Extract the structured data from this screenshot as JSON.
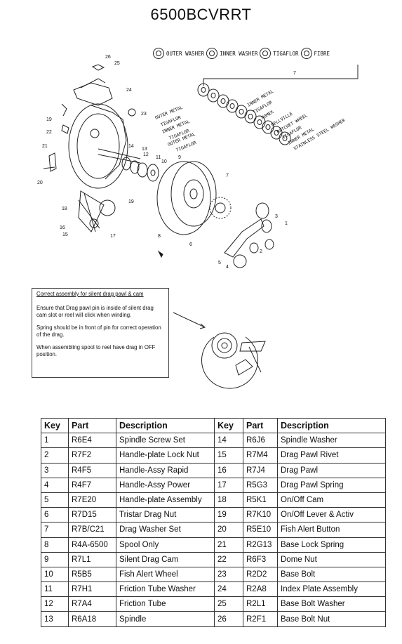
{
  "title": "6500BCVRRT",
  "legend": [
    {
      "icon": "outer-washer-icon",
      "label": "OUTER WASHER"
    },
    {
      "icon": "inner-washer-icon",
      "label": "INNER WASHER"
    },
    {
      "icon": "tigaflor-icon",
      "label": "TIGAFLOR"
    },
    {
      "icon": "fibre-icon",
      "label": "FIBRE"
    }
  ],
  "washer_stack_left": [
    "OUTER METAL",
    "TIGAFLOR",
    "INNER METAL",
    "TIGAFLOR",
    "OUTER METAL",
    "TIGAFLOR"
  ],
  "washer_stack_right": [
    "INNER METAL",
    "TIGAFLOR",
    "NOMEX",
    "BELLVILLE",
    "RATCHET WHEEL",
    "TIGAFLOR",
    "INNER METAL",
    "STAINLESS STEEL WASHER"
  ],
  "callouts": [
    "1",
    "2",
    "3",
    "4",
    "5",
    "6",
    "7",
    "8",
    "9",
    "10",
    "11",
    "12",
    "13",
    "14",
    "15",
    "16",
    "17",
    "18",
    "19",
    "19",
    "20",
    "21",
    "22",
    "23",
    "24",
    "25",
    "26",
    "7"
  ],
  "note": {
    "heading": "Correct assembly for silent drag pawl & cam",
    "p1": "Ensure that Drag pawl pin is inside of silent drag cam slot or reel will click when winding.",
    "p2": "Spring should be in front of pin for correct operation of the drag.",
    "p3": "When assembling spool to reel have drag in OFF position."
  },
  "table": {
    "headers": [
      "Key",
      "Part",
      "Description",
      "Key",
      "Part",
      "Description"
    ],
    "rows": [
      [
        "1",
        "R6E4",
        "Spindle Screw Set",
        "14",
        "R6J6",
        "Spindle Washer"
      ],
      [
        "2",
        "R7F2",
        "Handle-plate Lock Nut",
        "15",
        "R7M4",
        "Drag Pawl Rivet"
      ],
      [
        "3",
        "R4F5",
        "Handle-Assy Rapid",
        "16",
        "R7J4",
        "Drag Pawl"
      ],
      [
        "4",
        "R4F7",
        "Handle-Assy Power",
        "17",
        "R5G3",
        "Drag Pawl Spring"
      ],
      [
        "5",
        "R7E20",
        "Handle-plate Assembly",
        "18",
        "R5K1",
        "On/Off Cam"
      ],
      [
        "6",
        "R7D15",
        "Tristar Drag Nut",
        "19",
        "R7K10",
        "On/Off Lever & Activ"
      ],
      [
        "7",
        "R7B/C21",
        "Drag Washer Set",
        "20",
        "R5E10",
        "Fish Alert Button"
      ],
      [
        "8",
        "R4A-6500",
        "Spool Only",
        "21",
        "R2G13",
        "Base Lock Spring"
      ],
      [
        "9",
        "R7L1",
        "Silent Drag Cam",
        "22",
        "R6F3",
        "Dome Nut"
      ],
      [
        "10",
        "R5B5",
        "Fish Alert Wheel",
        "23",
        "R2D2",
        "Base Bolt"
      ],
      [
        "11",
        "R7H1",
        "Friction Tube Washer",
        "24",
        "R2A8",
        "Index Plate Assembly"
      ],
      [
        "12",
        "R7A4",
        "Friction Tube",
        "25",
        "R2L1",
        "Base Bolt Washer"
      ],
      [
        "13",
        "R6A18",
        "Spindle",
        "26",
        "R2F1",
        "Base Bolt Nut"
      ]
    ]
  }
}
